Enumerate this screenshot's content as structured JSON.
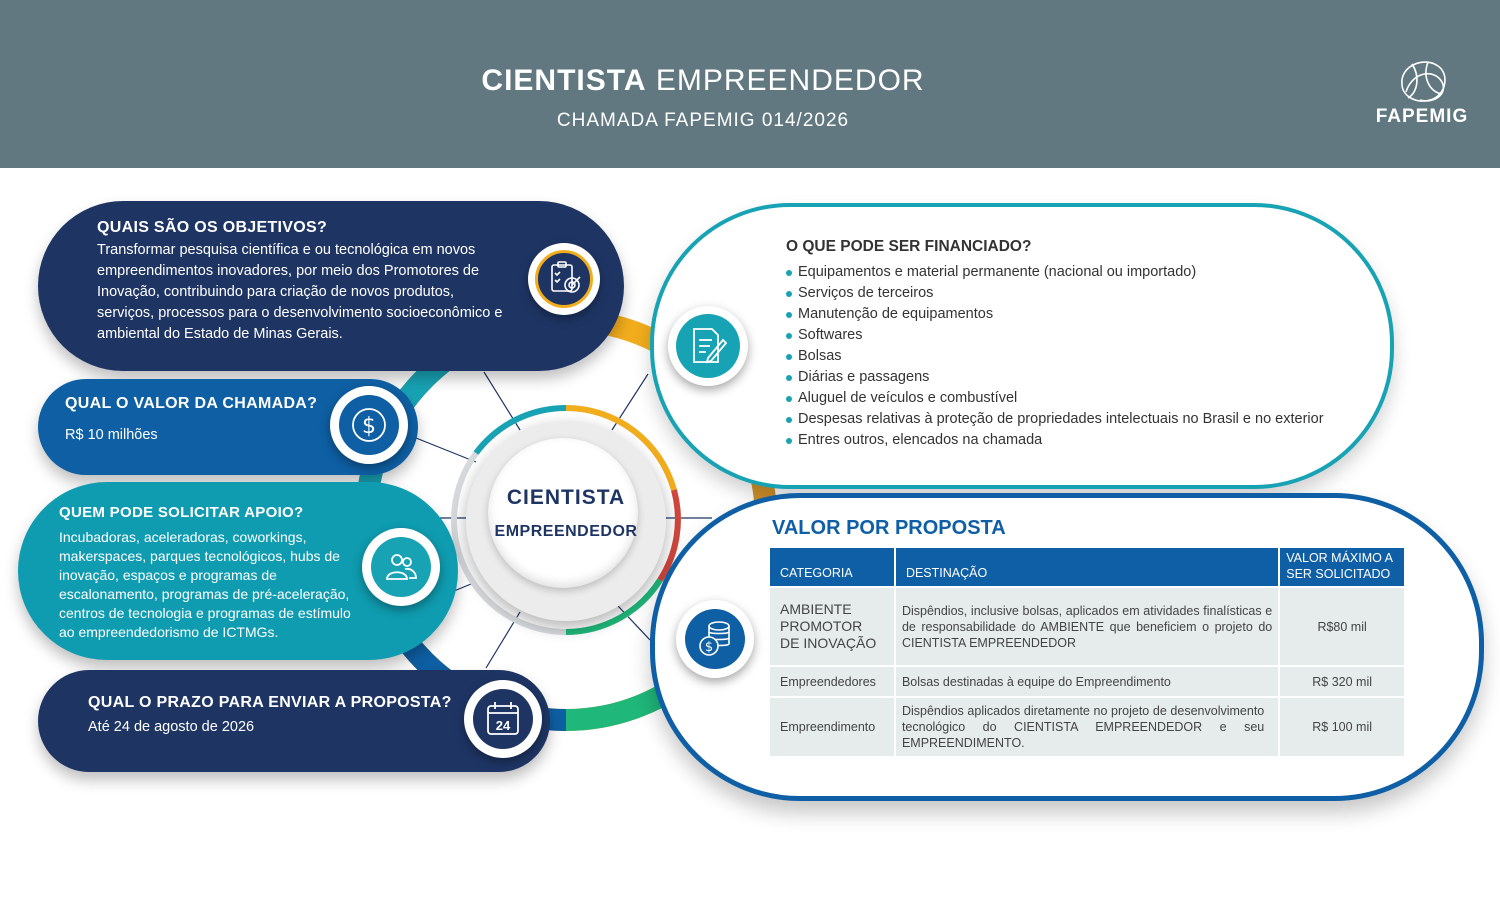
{
  "header": {
    "title_bold": "CIENTISTA",
    "title_rest": " EMPREENDEDOR",
    "subtitle": "CHAMADA FAPEMIG 014/2026",
    "logo_text": "FAPEMIG"
  },
  "center": {
    "line1": "CIENTISTA",
    "line2": "EMPREENDEDOR"
  },
  "objetivos": {
    "title": "QUAIS SÃO OS OBJETIVOS?",
    "text": "Transformar pesquisa científica e ou tecnológica em novos empreendimentos inovadores, por meio dos Promotores de Inovação, contribuindo para criação de novos produtos, serviços, processos para o desenvolvimento socioeconômico e ambiental do Estado de Minas Gerais."
  },
  "valor": {
    "title": "QUAL O VALOR DA CHAMADA?",
    "text": "R$ 10 milhões"
  },
  "quem": {
    "title": "QUEM PODE SOLICITAR APOIO?",
    "text": "Incubadoras, aceleradoras, coworkings, makerspaces, parques tecnológicos, hubs de inovação, espaços e programas de escalonamento, programas de pré-aceleração, centros de tecnologia e programas de estímulo ao empreendedorismo de ICTMGs."
  },
  "prazo": {
    "title": "QUAL O PRAZO PARA ENVIAR A PROPOSTA?",
    "text": "Até 24 de agosto de 2026",
    "calendar_day": "24"
  },
  "financiado": {
    "title": "O QUE PODE SER FINANCIADO?",
    "items": [
      "Equipamentos e material permanente (nacional ou importado)",
      "Serviços de terceiros",
      "Manutenção de equipamentos",
      "Softwares",
      "Bolsas",
      "Diárias e passagens",
      "Aluguel de veículos e combustível",
      "Despesas relativas à proteção de propriedades intelectuais no Brasil e no exterior",
      "Entres outros, elencados na chamada"
    ]
  },
  "proposta": {
    "title": "VALOR POR PROPOSTA",
    "headers": [
      "CATEGORIA",
      "DESTINAÇÃO",
      "VALOR MÁXIMO A SER SOLICITADO"
    ],
    "rows": [
      {
        "categoria": "AMBIENTE PROMOTOR DE INOVAÇÃO",
        "destinacao": "Dispêndios, inclusive bolsas, aplicados em atividades finalísticas e de responsabilidade do AMBIENTE que beneficiem o projeto do CIENTISTA EMPREENDEDOR",
        "valor": "R$80 mil"
      },
      {
        "categoria": "Empreendedores",
        "destinacao": "Bolsas destinadas à equipe do Empreendimento",
        "valor": "R$ 320 mil"
      },
      {
        "categoria": "Empreendimento",
        "destinacao": "Dispêndios aplicados diretamente no projeto de desenvolvimento tecnológico do CIENTISTA EMPREENDEDOR e seu EMPREENDIMENTO.",
        "valor": "R$ 100 mil"
      }
    ]
  },
  "colors": {
    "navy": "#1e3564",
    "blue": "#0e5fa3",
    "teal": "#0f9cb0",
    "cyan": "#18a3b5",
    "header": "#617880"
  },
  "icons": [
    "checklist-target-icon",
    "dollar-icon",
    "people-icon",
    "calendar-icon",
    "document-edit-icon",
    "coins-icon",
    "fapemig-logo"
  ]
}
